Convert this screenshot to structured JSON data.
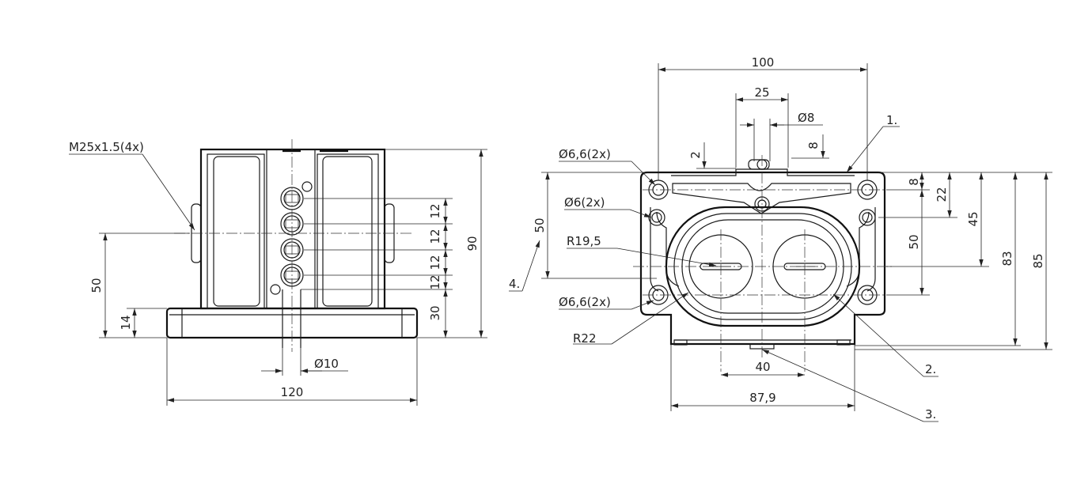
{
  "left_view": {
    "thread": "M25x1.5(4x)",
    "width": "120",
    "height_total": "90",
    "height_axis": "50",
    "base_height": "14",
    "pitch_1": "12",
    "pitch_2": "12",
    "pitch_3": "12",
    "pitch_4": "12",
    "lower_height": "30",
    "shaft_dia": "10",
    "dia_symbol": "Ø"
  },
  "right_view": {
    "width_total": "100",
    "width_shaft": "25",
    "shaft_dia": "8",
    "shaft_offset": "2",
    "shaft_height": "8",
    "hole_label_a": "6,6(2x)",
    "hole_label_b": "6(2x)",
    "hole_label_c": "6,6(2x)",
    "radius_1": "R19,5",
    "radius_2": "R22",
    "left_height": "50",
    "right_offset_top": "8",
    "right_h22": "22",
    "right_h50": "50",
    "right_h45": "45",
    "right_h83": "83",
    "right_h85": "85",
    "dim_40": "40",
    "dim_879": "87,9",
    "dia_symbol": "Ø"
  },
  "callouts": [
    "1.",
    "2.",
    "3.",
    "4."
  ]
}
